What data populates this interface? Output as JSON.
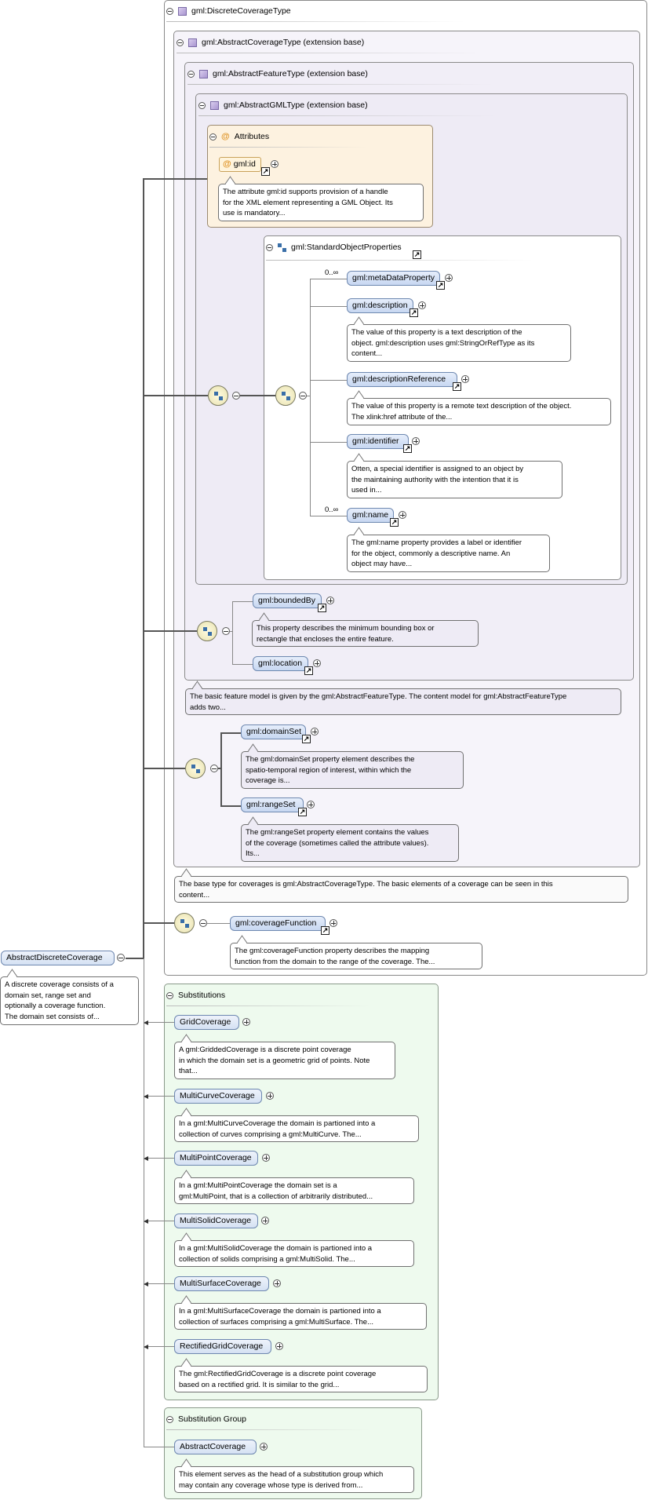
{
  "types": {
    "discrete_coverage_type": "gml:DiscreteCoverageType",
    "abstract_coverage_type": "gml:AbstractCoverageType (extension base)",
    "abstract_feature_type": "gml:AbstractFeatureType (extension base)",
    "abstract_gml_type": "gml:AbstractGMLType (extension base)"
  },
  "attributes": {
    "header": "Attributes",
    "id_label": "gml:id",
    "id_desc": "The attribute gml:id supports provision of a handle\nfor the XML element representing a GML Object. Its\nuse is mandatory..."
  },
  "standard_object_properties": {
    "label": "gml:StandardObjectProperties",
    "items": [
      {
        "label": "gml:metaDataProperty",
        "occurs": "0..∞",
        "desc": ""
      },
      {
        "label": "gml:description",
        "occurs": "",
        "desc": "The value of this property is a text description of the\nobject. gml:description uses gml:StringOrRefType as its\ncontent..."
      },
      {
        "label": "gml:descriptionReference",
        "occurs": "",
        "desc": "The value of this property is a remote text description of the object.\nThe xlink:href attribute of the..."
      },
      {
        "label": "gml:identifier",
        "occurs": "",
        "desc": "Often, a special identifier is assigned to an object by\nthe maintaining authority with the intention that it is\nused in..."
      },
      {
        "label": "gml:name",
        "occurs": "0..∞",
        "desc": "The gml:name property provides a label or identifier\nfor the object, commonly a descriptive name. An\nobject may have..."
      }
    ]
  },
  "feature_props": {
    "bounded_by": "gml:boundedBy",
    "bounded_by_desc": "This property describes the minimum bounding box or\nrectangle that encloses the entire feature.",
    "location": "gml:location"
  },
  "feature_type_desc": "The basic feature model is given by the gml:AbstractFeatureType. The content model for gml:AbstractFeatureType\nadds two...",
  "coverage_props": {
    "domain_set": "gml:domainSet",
    "domain_set_desc": "The gml:domainSet property element describes the\nspatio-temporal region of interest, within which the\ncoverage is...",
    "range_set": "gml:rangeSet",
    "range_set_desc": "The gml:rangeSet property element contains the values\nof the coverage (sometimes called the attribute values).\nIts..."
  },
  "coverage_type_desc": "The base type for coverages is gml:AbstractCoverageType. The basic elements of a coverage can be seen in this\ncontent...",
  "coverage_function": {
    "label": "gml:coverageFunction",
    "desc": "The gml:coverageFunction property describes the mapping\nfunction from the domain to the range of the coverage. The..."
  },
  "root": {
    "label": "AbstractDiscreteCoverage",
    "desc": "A discrete coverage consists of a\ndomain set, range set and\noptionally a coverage function.\nThe domain set consists of..."
  },
  "substitutions": {
    "header": "Substitutions",
    "items": [
      {
        "label": "GridCoverage",
        "desc": "A gml:GriddedCoverage is a discrete point coverage\nin which the domain set is a geometric grid of points. Note\nthat..."
      },
      {
        "label": "MultiCurveCoverage",
        "desc": "In a gml:MultiCurveCoverage the domain is partioned into a\ncollection of curves comprising a gml:MultiCurve. The..."
      },
      {
        "label": "MultiPointCoverage",
        "desc": "In a gml:MultiPointCoverage the domain set is a\ngml:MultiPoint, that is a collection of arbitrarily distributed..."
      },
      {
        "label": "MultiSolidCoverage",
        "desc": "In a gml:MultiSolidCoverage the domain is partioned into a\ncollection of solids comprising a gml:MultiSolid. The..."
      },
      {
        "label": "MultiSurfaceCoverage",
        "desc": "In a gml:MultiSurfaceCoverage the domain is partioned into a\ncollection of surfaces comprising a gml:MultiSurface. The..."
      },
      {
        "label": "RectifiedGridCoverage",
        "desc": "The gml:RectifiedGridCoverage is a discrete point coverage\nbased on a rectified grid. It is similar to the grid..."
      }
    ]
  },
  "substitution_group": {
    "header": "Substitution Group",
    "label": "AbstractCoverage",
    "desc": "This element serves as the head of a substitution group which\nmay contain any coverage whose type is derived from..."
  }
}
